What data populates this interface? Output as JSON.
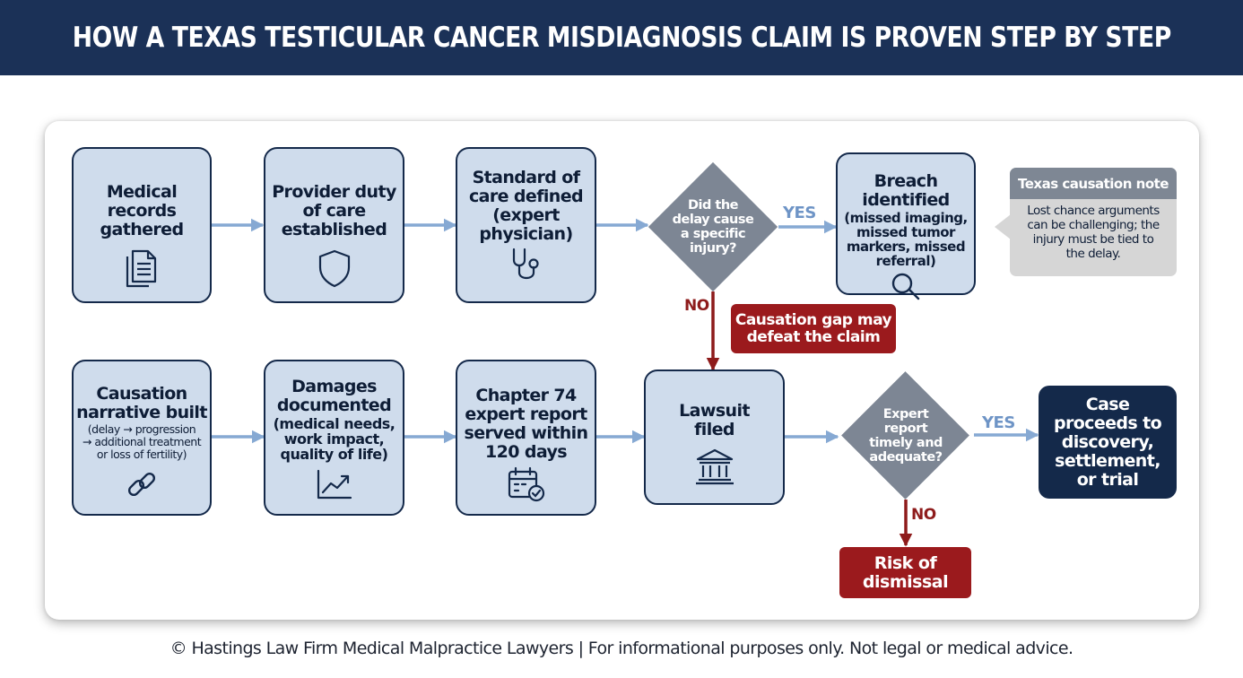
{
  "title": "HOW A TEXAS TESTICULAR CANCER MISDIAGNOSIS CLAIM IS PROVEN STEP BY STEP",
  "steps": [
    {
      "label": "Medical\nrecords\ngathered",
      "sub": "",
      "icon": "document-icon"
    },
    {
      "label": "Provider duty\nof care\nestablished",
      "sub": "",
      "icon": "shield-icon"
    },
    {
      "label": "Standard of\ncare defined\n(expert\nphysician)",
      "sub": "",
      "icon": "stethoscope-icon"
    },
    {
      "label": "Breach identified",
      "sub": "(missed imaging,\nmissed tumor\nmarkers, missed\nreferral)",
      "icon": "magnifier-icon"
    },
    {
      "label": "Causation\nnarrative built",
      "sub": "(delay → progression\n→ additional treatment\nor loss of fertility)",
      "icon": "link-icon"
    },
    {
      "label": "Damages\ndocumented",
      "sub": "(medical needs,\nwork impact,\nquality of life)",
      "icon": "trend-chart-icon"
    },
    {
      "label": "Chapter 74\nexpert report\nserved within\n120 days",
      "sub": "",
      "icon": "calendar-check-icon"
    },
    {
      "label": "Lawsuit\nfiled",
      "sub": "",
      "icon": "courthouse-icon"
    }
  ],
  "decisions": {
    "causation": {
      "question": "Did the\ndelay cause\na specific\ninjury?",
      "yes": "YES",
      "no": "NO"
    },
    "report": {
      "question": "Expert\nreport\ntimely and\nadequate?",
      "yes": "YES",
      "no": "NO"
    }
  },
  "outcomes": {
    "causation_gap": "Causation gap may\ndefeat the claim",
    "proceeds": "Case\nproceeds to\ndiscovery,\nsettlement,\nor trial",
    "dismissal": "Risk of\ndismissal"
  },
  "note": {
    "title": "Texas causation note",
    "body": "Lost chance arguments\ncan be challenging; the\ninjury must be tied to\nthe delay."
  },
  "footer": "© Hastings Law Firm Medical Malpractice Lawyers | For informational purposes only. Not legal or medical advice.",
  "colors": {
    "navy": "#1b3157",
    "box_fill": "#cfdcec",
    "arrow_blue": "#86a9d3",
    "decision_gray": "#7d8694",
    "red": "#9b1a1d"
  }
}
